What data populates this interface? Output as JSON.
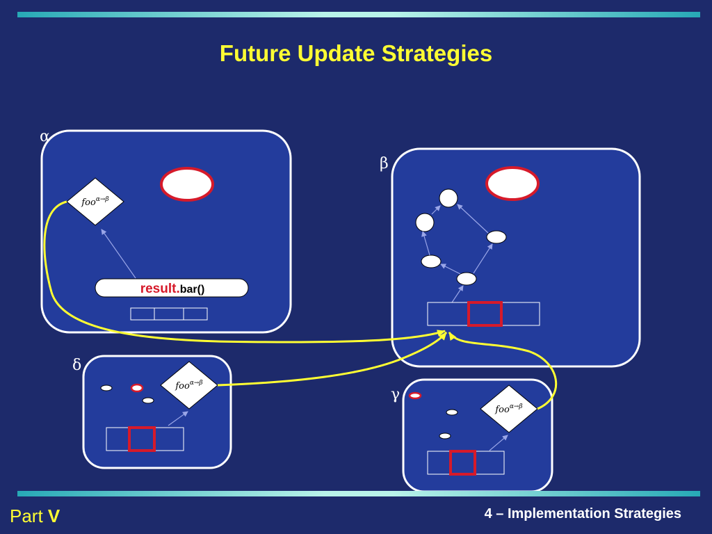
{
  "slide": {
    "title": "Future Update Strategies",
    "footer_part_label": "Part",
    "footer_part_number": "V",
    "footer_section": "4 – Implementation Strategies"
  },
  "diagram": {
    "processes": [
      {
        "id": "alpha",
        "label": "α"
      },
      {
        "id": "beta",
        "label": "β"
      },
      {
        "id": "delta",
        "label": "δ"
      },
      {
        "id": "gamma",
        "label": "γ"
      }
    ],
    "future_label": {
      "base": "foo",
      "sup": "α→β"
    },
    "result_call": {
      "prefix": "result.",
      "suffix": "bar()"
    },
    "colors": {
      "background": "#1d2a6b",
      "panel": "#233c9c",
      "accent_yellow": "#ffff33",
      "highlight_red": "#d61a2a",
      "arrow": "#9aa6e8"
    }
  }
}
